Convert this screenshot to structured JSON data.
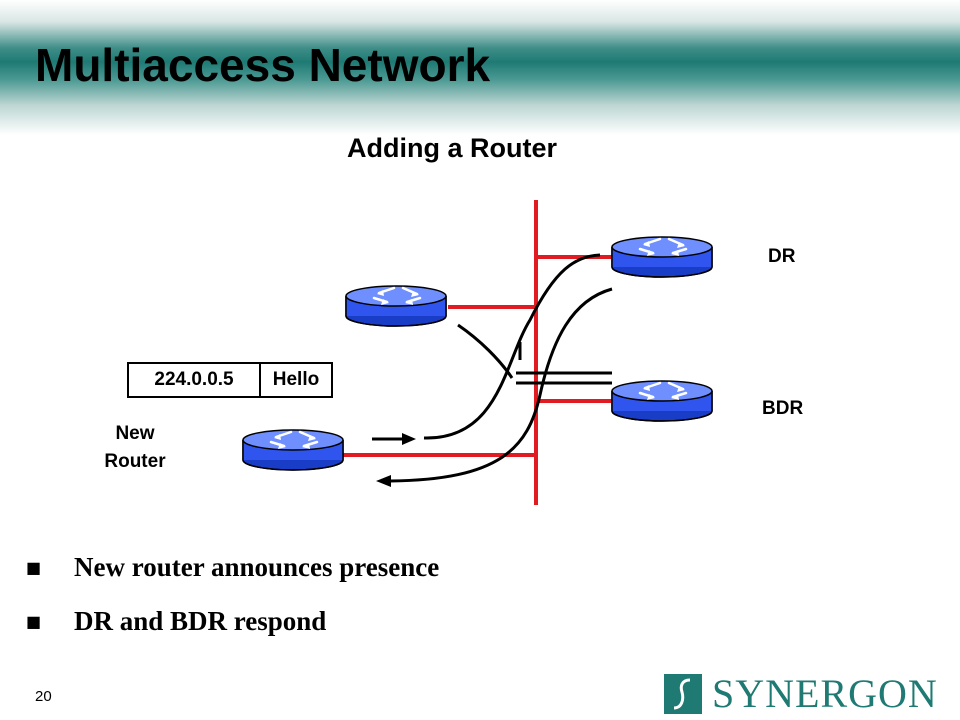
{
  "slide": {
    "title": "Multiaccess Network",
    "subtitle": "Adding a Router",
    "page_number": "20"
  },
  "diagram": {
    "packet": {
      "address": "224.0.0.5",
      "type": "Hello"
    },
    "labels": {
      "new_router": [
        "New",
        "Router"
      ],
      "dr": "DR",
      "bdr": "BDR"
    },
    "colors": {
      "segment": "#e11b22",
      "router_body": "#3366ff",
      "router_top": "#6f8fff"
    },
    "icons": [
      "router-icon"
    ]
  },
  "bullets": [
    {
      "text": "New router announces presence"
    },
    {
      "text": "DR and BDR respond"
    }
  ],
  "logo": {
    "wordmark": "SYNERGON",
    "color": "#1f7a74"
  }
}
